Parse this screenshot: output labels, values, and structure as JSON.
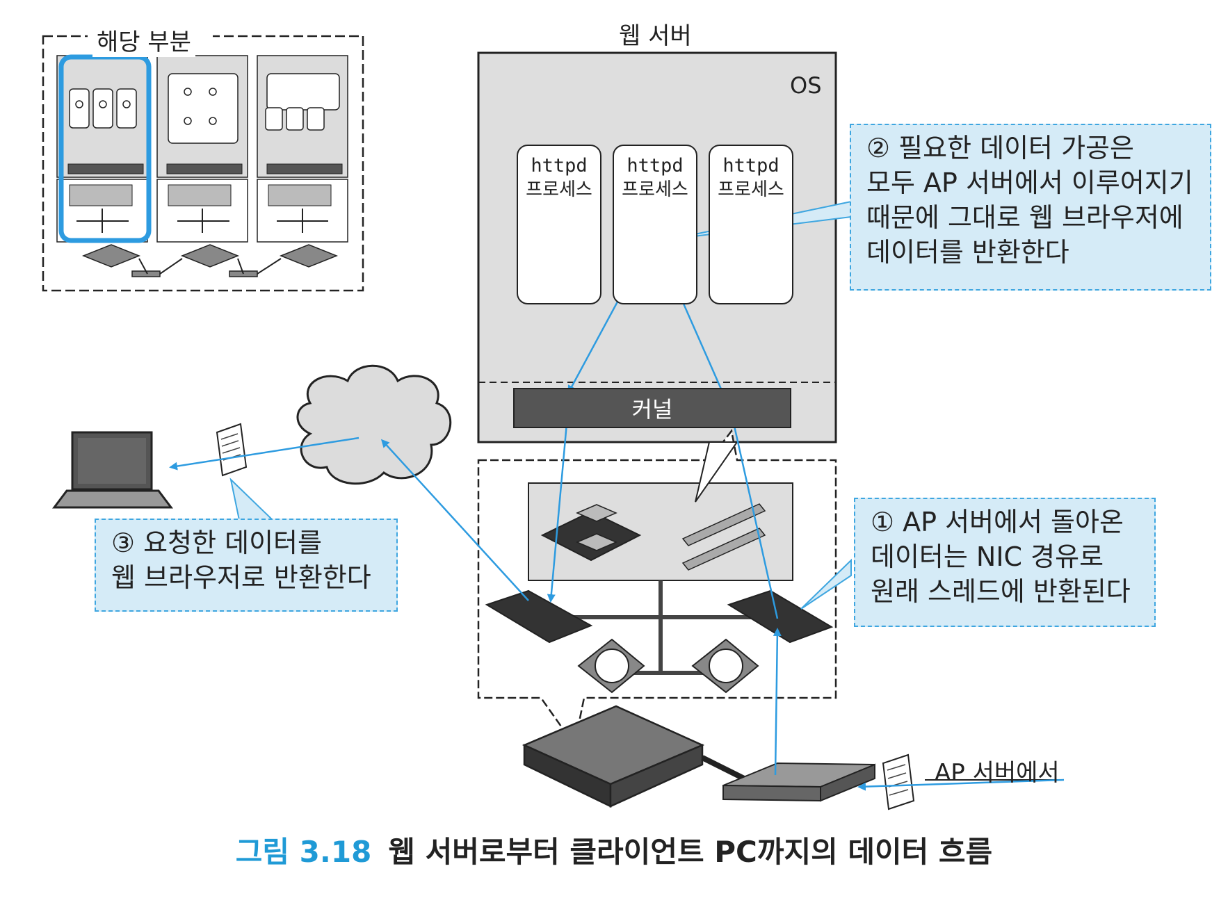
{
  "thumbnail": {
    "label": "해당 부분"
  },
  "server": {
    "title": "웹 서버",
    "os_label": "OS",
    "kernel_label": "커널",
    "processes": [
      {
        "name": "httpd",
        "sub": "프로세스"
      },
      {
        "name": "httpd",
        "sub": "프로세스"
      },
      {
        "name": "httpd",
        "sub": "프로세스"
      }
    ]
  },
  "callouts": {
    "step2": [
      "② 필요한 데이터 가공은",
      "모두 AP 서버에서 이루어지기",
      "때문에 그대로 웹 브라우저에",
      "데이터를 반환한다"
    ],
    "step1": [
      "① AP 서버에서 돌아온",
      "데이터는 NIC 경유로",
      "원래 스레드에 반환된다"
    ],
    "step3": [
      "③ 요청한 데이터를",
      "웹 브라우저로 반환한다"
    ]
  },
  "ap_label": "AP 서버에서",
  "caption": {
    "figure": "그림 3.18",
    "title": "웹 서버로부터 클라이언트 PC까지의 데이터 흐름"
  },
  "colors": {
    "accent": "#3ea6e0",
    "callout_bg": "#d5ebf7",
    "caption_blue": "#1f9ad6",
    "gray_panel": "#dedede",
    "kernel": "#555555"
  }
}
